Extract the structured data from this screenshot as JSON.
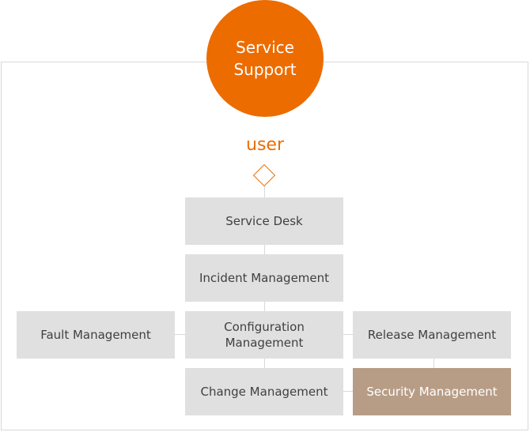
{
  "colors": {
    "accent": "#ec6c00",
    "box_fill": "#e0e0e0",
    "box_text": "#404040",
    "highlight_fill": "#b79d86",
    "highlight_text": "#ffffff",
    "line": "#d9d9d9"
  },
  "diagram": {
    "title": "Service\nSupport",
    "user_label": "user",
    "boxes": {
      "service_desk": "Service Desk",
      "incident": "Incident Management",
      "configuration": "Configuration\nManagement",
      "change": "Change Management",
      "fault": "Fault Management",
      "release": "Release Management",
      "security": "Security Management"
    }
  }
}
